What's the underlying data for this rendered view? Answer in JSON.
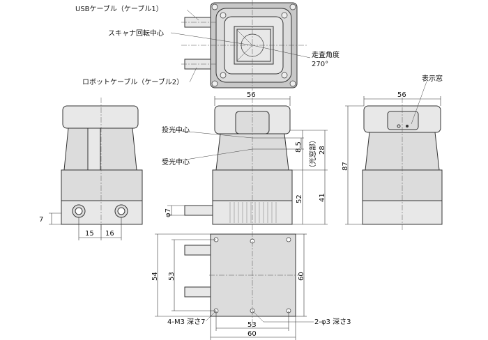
{
  "top_view": {
    "cable1_label": "USBケーブル（ケーブル1）",
    "rotation_center_label": "スキャナ回転中心",
    "cable2_label": "ロボットケーブル（ケーブル2）",
    "scan_angle_label": "走査角度",
    "scan_angle_value": "270°"
  },
  "side_view_left": {
    "dim_7": "7",
    "dim_15": "15",
    "dim_16": "16"
  },
  "front_view": {
    "width_56": "56",
    "emit_center_label": "投光中心",
    "receive_center_label": "受光中心",
    "dim_8_5": "8.5",
    "window_label": "（光窓部）",
    "dim_28": "28",
    "dim_52": "52",
    "dim_41": "41",
    "cable_dia": "φ7"
  },
  "side_view_right": {
    "display_window_label": "表示窓",
    "width_56": "56",
    "height_87": "87"
  },
  "bottom_view": {
    "dim_54": "54",
    "dim_53_v": "53",
    "dim_60_v": "60",
    "dim_53_h": "53",
    "dim_60_h": "60",
    "tap_label": "4-M3 深さ7",
    "hole_label": "2-φ3 深さ3"
  }
}
